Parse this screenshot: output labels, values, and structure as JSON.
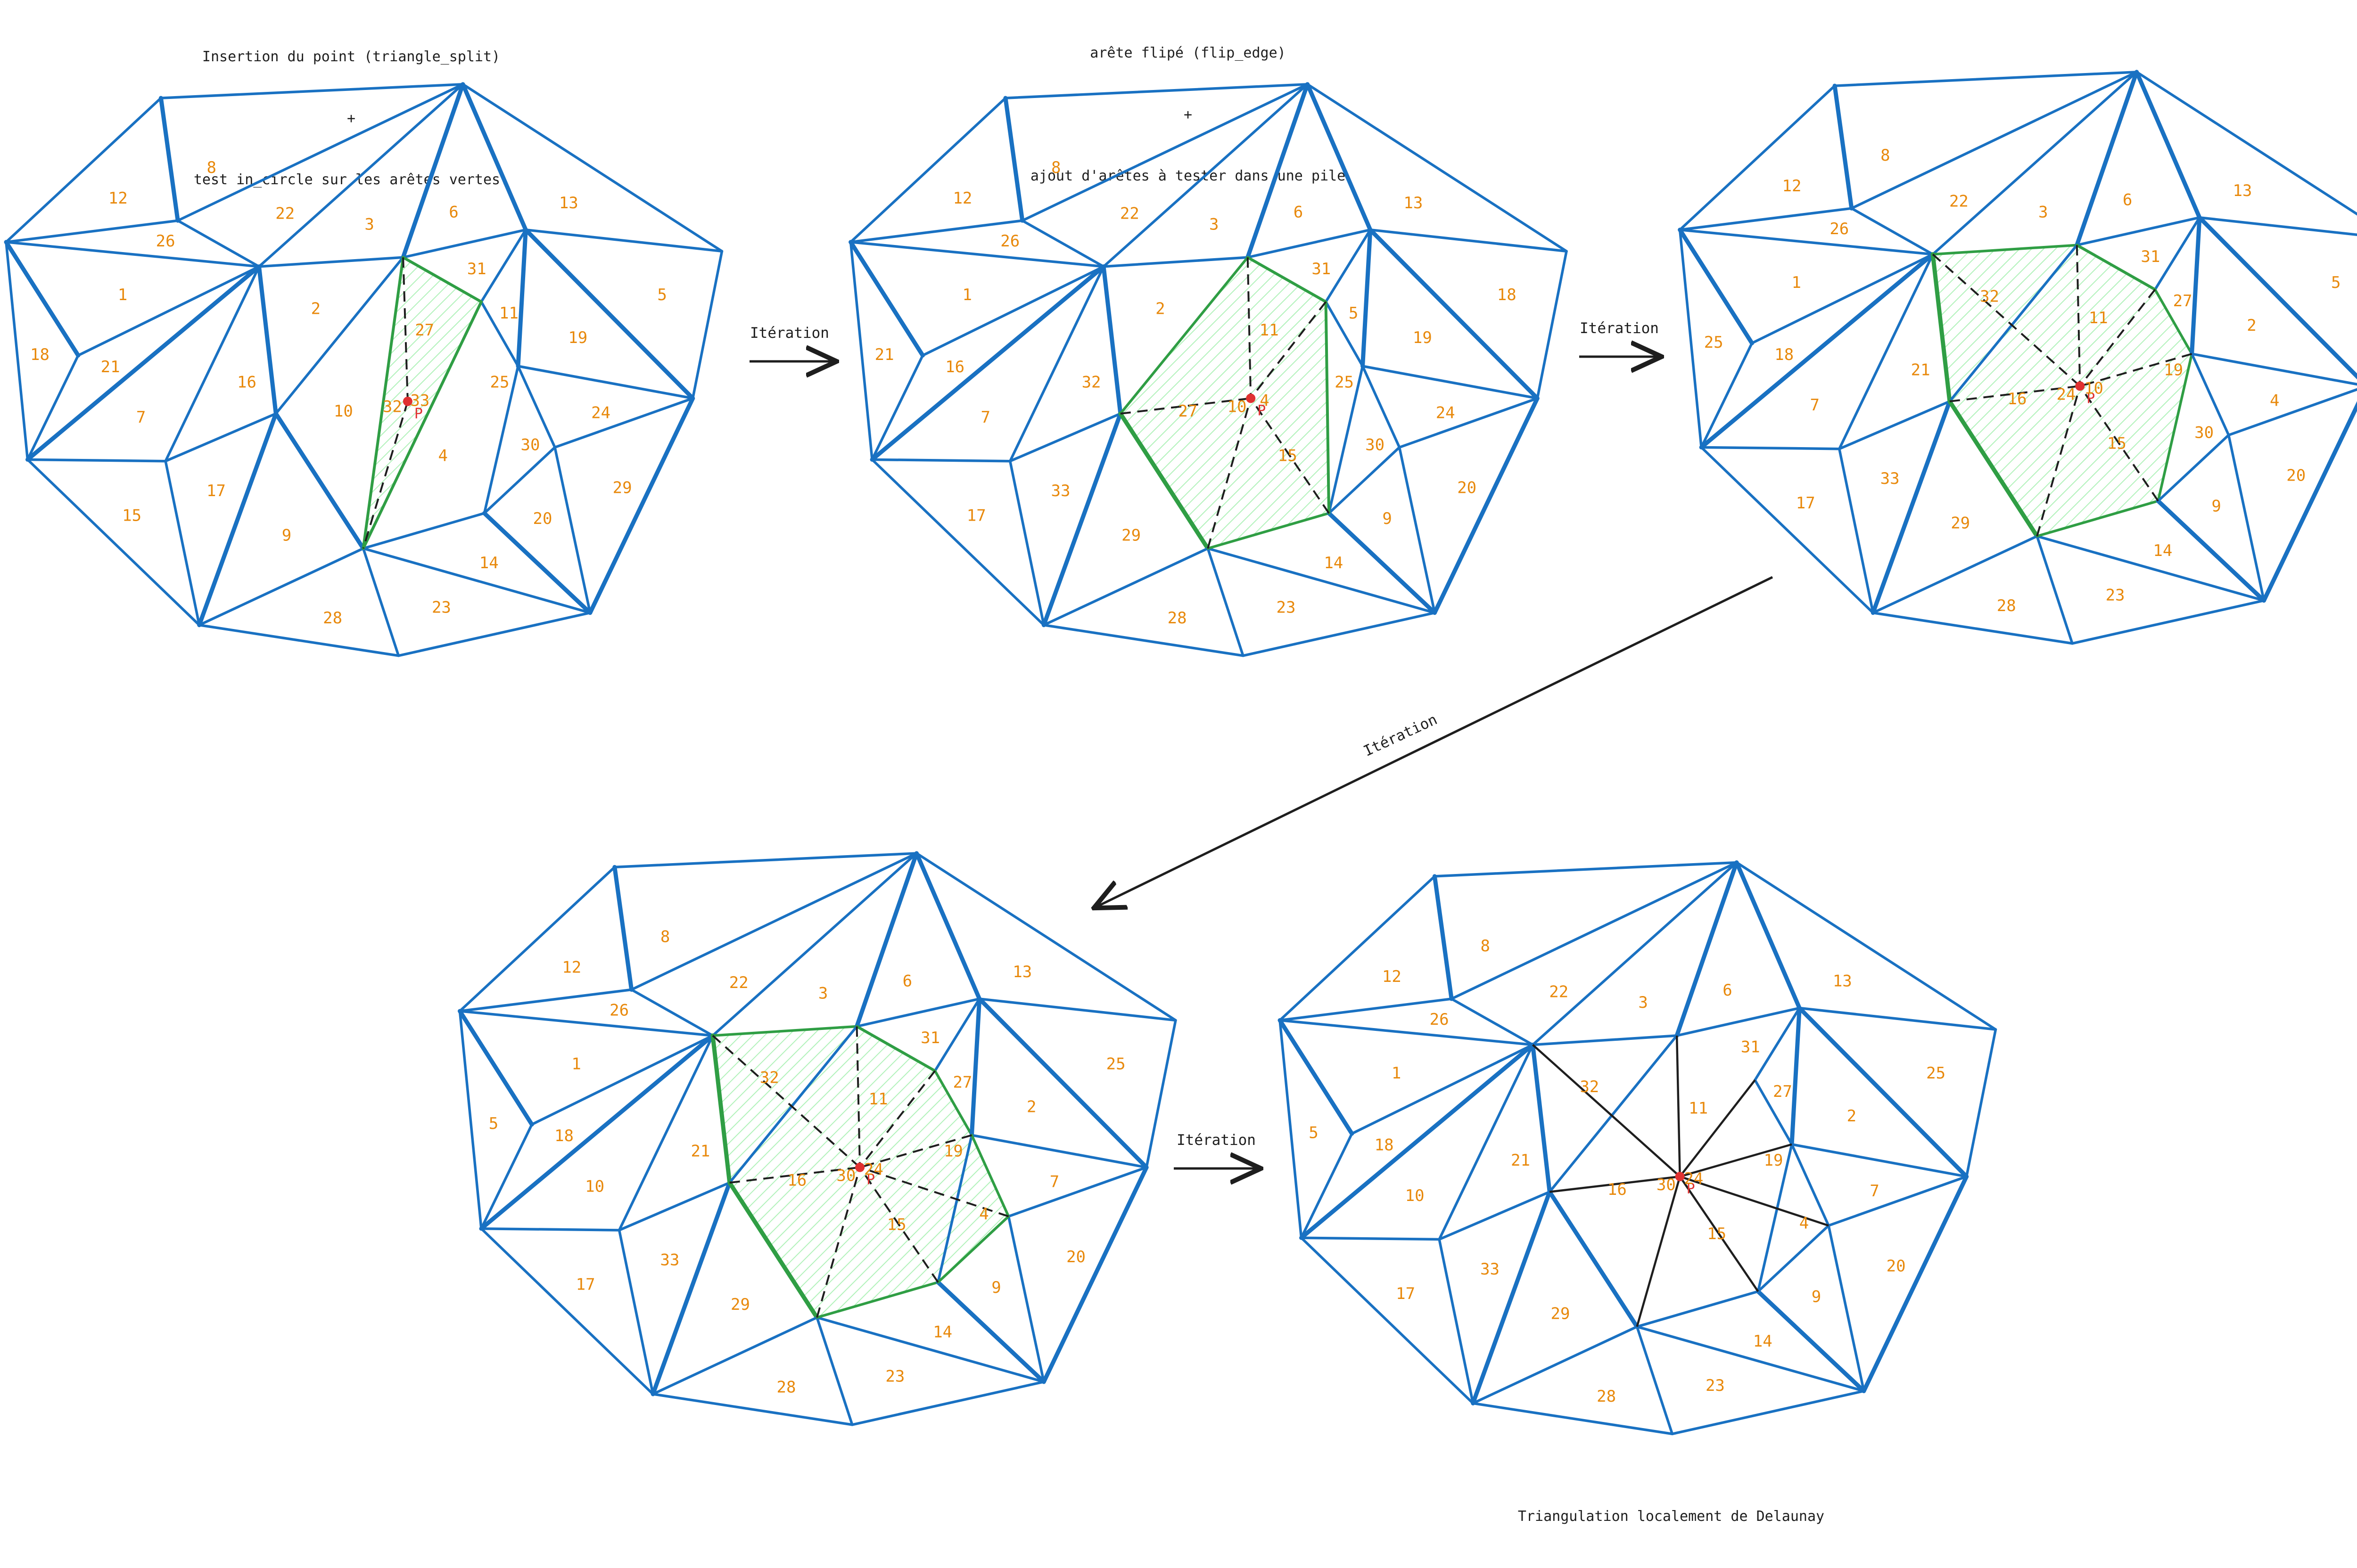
{
  "captions": {
    "insertion": [
      "Insertion du point (triangle_split)",
      "+",
      "test in_circle sur les arêtes vertes."
    ],
    "flip": [
      "arête flipé (flip_edge)",
      "+",
      "ajout d'arêtes à tester dans une pile"
    ],
    "final": "Triangulation localement de Delaunay"
  },
  "arrow_label": "Itération",
  "point_label": "P",
  "colors": {
    "edge": "#1971c2",
    "active": "#2f9e44",
    "hatch": "#b2f2bb",
    "dashed": "#1e1e1e",
    "label": "#e8890c",
    "point": "#e03131",
    "arrow": "#1e1e1e"
  },
  "panels": [
    {
      "id": "step1",
      "labels": [
        "12",
        "8",
        "22",
        "3",
        "6",
        "13",
        "26",
        "1",
        "2",
        "31",
        "27",
        "11",
        "5",
        "18",
        "21",
        "16",
        "10",
        "19",
        "25",
        "32",
        "33",
        "7",
        "24",
        "30",
        "4",
        "15",
        "17",
        "9",
        "29",
        "20",
        "14",
        "28",
        "23"
      ]
    },
    {
      "id": "step2",
      "labels": [
        "12",
        "8",
        "22",
        "3",
        "6",
        "13",
        "26",
        "1",
        "2",
        "31",
        "11",
        "5",
        "18",
        "21",
        "16",
        "32",
        "27",
        "19",
        "25",
        "10",
        "4",
        "7",
        "24",
        "30",
        "15",
        "17",
        "33",
        "29",
        "20",
        "9",
        "14",
        "28",
        "23"
      ]
    },
    {
      "id": "step3",
      "labels": [
        "12",
        "8",
        "22",
        "3",
        "6",
        "13",
        "26",
        "1",
        "32",
        "31",
        "11",
        "27",
        "5",
        "25",
        "18",
        "21",
        "16",
        "2",
        "19",
        "24",
        "10",
        "7",
        "4",
        "30",
        "15",
        "17",
        "33",
        "29",
        "20",
        "9",
        "14",
        "28",
        "23"
      ]
    },
    {
      "id": "step4",
      "labels": [
        "12",
        "8",
        "22",
        "3",
        "6",
        "13",
        "26",
        "1",
        "32",
        "31",
        "11",
        "27",
        "25",
        "5",
        "18",
        "21",
        "16",
        "2",
        "19",
        "30",
        "24",
        "10",
        "7",
        "4",
        "15",
        "17",
        "33",
        "29",
        "20",
        "9",
        "14",
        "28",
        "23"
      ]
    },
    {
      "id": "step5",
      "labels": [
        "12",
        "8",
        "22",
        "3",
        "6",
        "13",
        "26",
        "1",
        "32",
        "31",
        "11",
        "27",
        "25",
        "5",
        "18",
        "21",
        "16",
        "2",
        "19",
        "30",
        "24",
        "10",
        "7",
        "4",
        "15",
        "17",
        "33",
        "29",
        "20",
        "9",
        "14",
        "28",
        "23"
      ]
    }
  ]
}
